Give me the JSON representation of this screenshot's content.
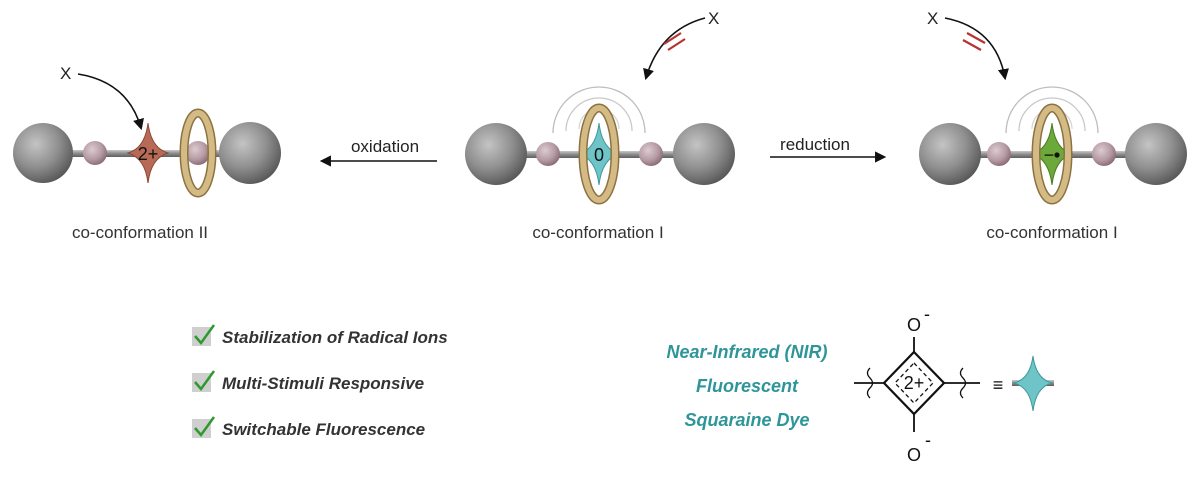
{
  "labels": {
    "x_left": "X",
    "x_middle": "X",
    "x_right": "X",
    "charge_left": "2+",
    "charge_middle": "0",
    "charge_right": "−",
    "oxidation": "oxidation",
    "reduction": "reduction",
    "caption_left": "co-conformation II",
    "caption_middle": "co-conformation I",
    "caption_right": "co-conformation I"
  },
  "features": [
    "Stabilization of Radical Ions",
    "Multi-Stimuli Responsive",
    "Switchable Fluorescence"
  ],
  "dye": {
    "lines": [
      "Near-Infrared (NIR)",
      "Fluorescent",
      "Squaraine Dye"
    ],
    "top_o": "O",
    "bottom_o": "O",
    "minus": "-",
    "core_charge": "2+",
    "equiv": "≡"
  },
  "colors": {
    "dye_text": "#2e9598",
    "squaraine_cyan": "#6ec4c6",
    "oxidized_brown": "#b76a55",
    "reduced_green": "#6ca83a",
    "ring_gold": "#c9ad74",
    "stopper_gray": "#8e8e8e",
    "bead_mauve": "#b59aa3",
    "blocked_red": "#b83232",
    "check_green": "#2e9a2e"
  }
}
